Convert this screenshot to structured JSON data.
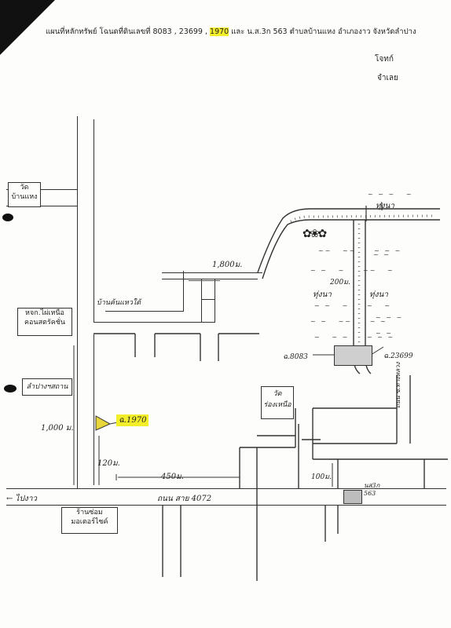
{
  "title": {
    "prefix": "แผนที่หลักทรัพย์ โฉนดที่ดินเลขที่ 8083 , 23699 ,",
    "highlight": "1970",
    "suffix": "และ น.ส.3ก 563 ตำบลบ้านแหง อำเภองาว จังหวัดลำปาง"
  },
  "side_labels": {
    "plaintiff": "โจทก์",
    "defendant": "จำเลย"
  },
  "places": {
    "temple_ban_haeng": "วัด\nบ้านแหง",
    "shop_north": "หจก.ไผ่เหนือ\nคอนสตรัคชั่น",
    "school": "ลำปางฯสถาน",
    "motorcycle_shop": "ร้านซ่อม\nมอเตอร์ไซค์",
    "temple_right": "วัด\nร่องเหนือ",
    "village_road": "บ้านค้นแหวใต้"
  },
  "labels": {
    "dist_1800": "1,800ม.",
    "dist_1000": "1,000 ม.",
    "dist_120": "120ม.",
    "dist_450": "450ม.",
    "dist_100": "100ม.",
    "dist_200": "200ม.",
    "road_name": "ถนน สาย 4072",
    "to_ngao": "← ไปงาว",
    "plot_1970": "ฉ.1970",
    "plot_8083": "ฉ.8083",
    "plot_23699": "ฉ.23699",
    "plot_563": "นส3ก\n563",
    "field_1": "ทุ่งนา",
    "field_2": "ทุ่งนา",
    "field_3": "ทุ่งนา",
    "road_right": "ถนน ซ.ทางหลวง"
  },
  "colors": {
    "highlight": "#f2ee2a",
    "parcel": "#e8d63a",
    "grey_parcel": "#cfcfcf"
  }
}
